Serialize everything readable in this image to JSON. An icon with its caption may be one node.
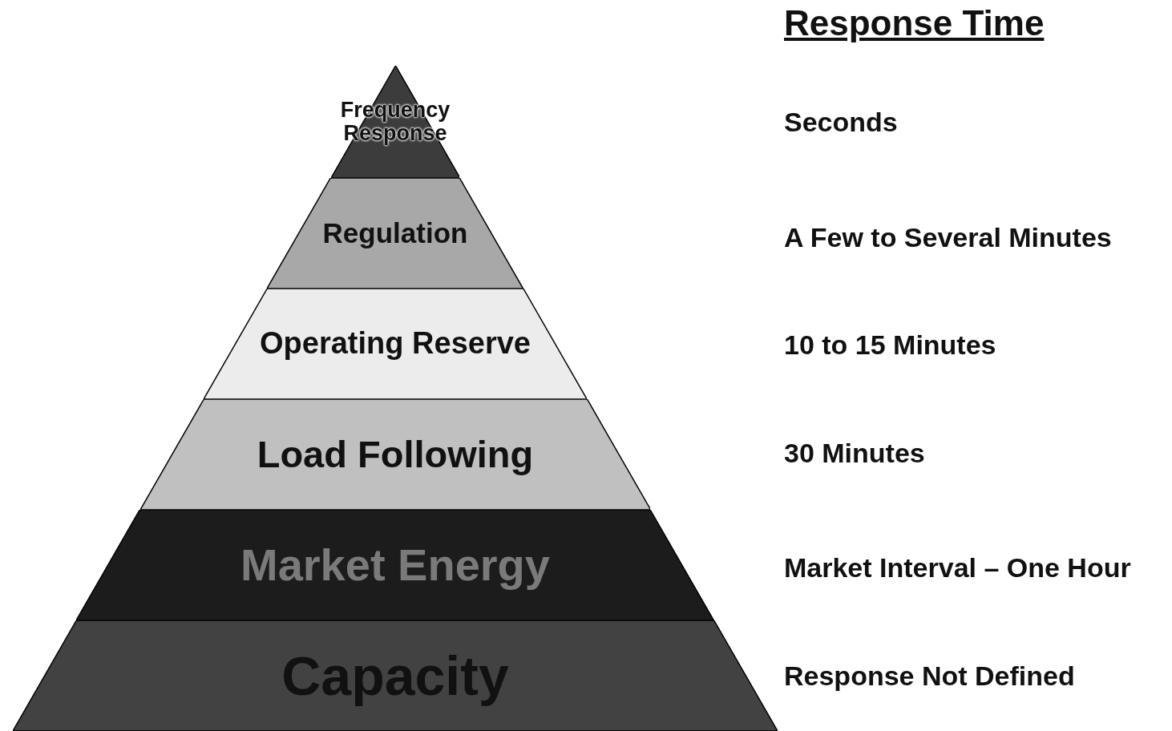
{
  "diagram": {
    "title": "Response Time",
    "nodes": [
      {
        "text": [
          "Frequency Response"
        ]
      },
      {
        "text": [
          "Regulation"
        ]
      },
      {
        "text": [
          "Operating Reserve"
        ]
      },
      {
        "text": [
          "Load Following"
        ]
      },
      {
        "text": [
          "Market Energy"
        ]
      },
      {
        "text": [
          "Capacity"
        ]
      }
    ],
    "edges": [],
    "labels": [
      "Seconds",
      "A Few to Several Minutes",
      "10 to 15 Minutes",
      "30 Minutes",
      "Market Interval – One Hour",
      "Response Not Defined"
    ]
  }
}
